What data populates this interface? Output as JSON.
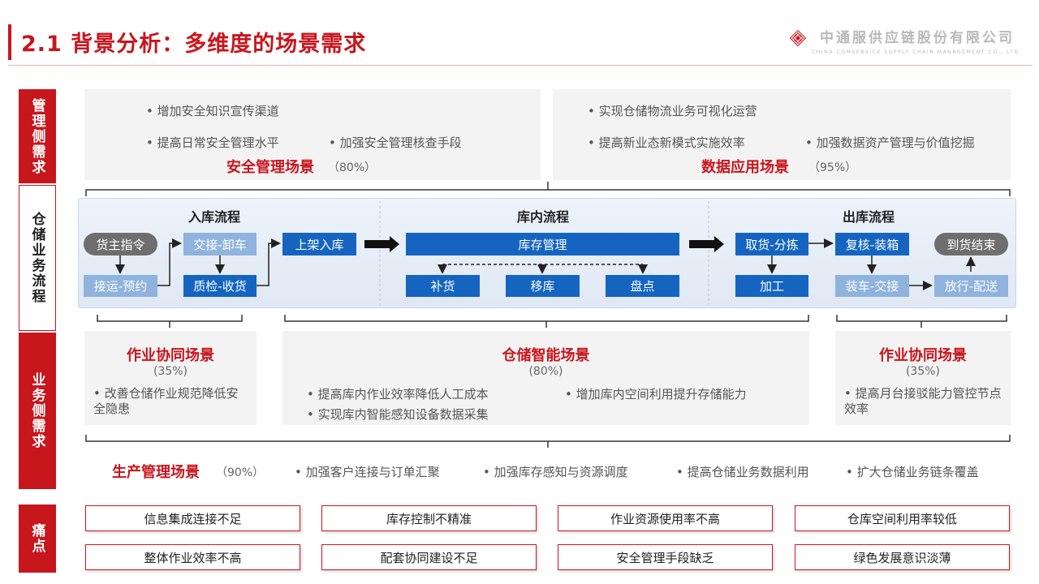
{
  "header": {
    "title": "2.1 背景分析：多维度的场景需求",
    "company_cn": "中通服供应链股份有限公司",
    "company_en": "CHINA COMSERVICE SUPPLY CHAIN MANAGEMENT CO., LTD"
  },
  "side_labels": {
    "management": "管理侧需求",
    "warehouse": "仓储业务流程",
    "business": "业务侧需求",
    "pain": "痛点"
  },
  "mgmt": {
    "left": {
      "b1": "• 增加安全知识宣传渠道",
      "b2": "• 提高日常安全管理水平",
      "b3": "• 加强安全管理核查手段",
      "scene": "安全管理场景",
      "pct": "（80%）"
    },
    "right": {
      "b1": "• 实现仓储物流业务可视化运营",
      "b2": "• 提高新业态新模式实施效率",
      "b3": "• 加强数据资产管理与价值挖掘",
      "scene": "数据应用场景",
      "pct": "（95%）"
    }
  },
  "process": {
    "inbound": {
      "title": "入库流程",
      "owner": "货主指令",
      "transport": "接运-预约",
      "handover": "交接-卸车",
      "qc": "质检-收货",
      "shelving": "上架入库"
    },
    "internal": {
      "title": "库内流程",
      "stock": "库存管理",
      "replenish": "补货",
      "move": "移库",
      "count": "盘点"
    },
    "outbound": {
      "title": "出库流程",
      "pick": "取货-分拣",
      "review": "复核-装箱",
      "arrive": "到货结束",
      "process": "加工",
      "load": "装车-交接",
      "release": "放行-配送"
    }
  },
  "biz": {
    "left": {
      "scene": "作业协同场景",
      "pct": "(35%)",
      "text": "• 改善仓储作业规范降低安全隐患"
    },
    "center": {
      "scene": "仓储智能场景",
      "pct": "(80%)",
      "b1": "• 提高库内作业效率降低人工成本",
      "b2": "• 增加库内空间利用提升存储能力",
      "b3": "• 实现库内智能感知设备数据采集"
    },
    "right": {
      "scene": "作业协同场景",
      "pct": "(35%)",
      "text": "• 提高月台接驳能力管控节点效率"
    },
    "production": {
      "scene": "生产管理场景",
      "pct": "（90%）",
      "b1": "• 加强客户连接与订单汇聚",
      "b2": "• 加强库存感知与资源调度",
      "b3": "• 提高仓储业务数据利用",
      "b4": "• 扩大仓储业务链条覆盖"
    }
  },
  "pain_points": {
    "p1": "信息集成连接不足",
    "p2": "库存控制不精准",
    "p3": "作业资源使用率不高",
    "p4": "仓库空间利用率较低",
    "p5": "整体作业效率不高",
    "p6": "配套协同建设不足",
    "p7": "安全管理手段缺乏",
    "p8": "绿色发展意识淡薄"
  }
}
